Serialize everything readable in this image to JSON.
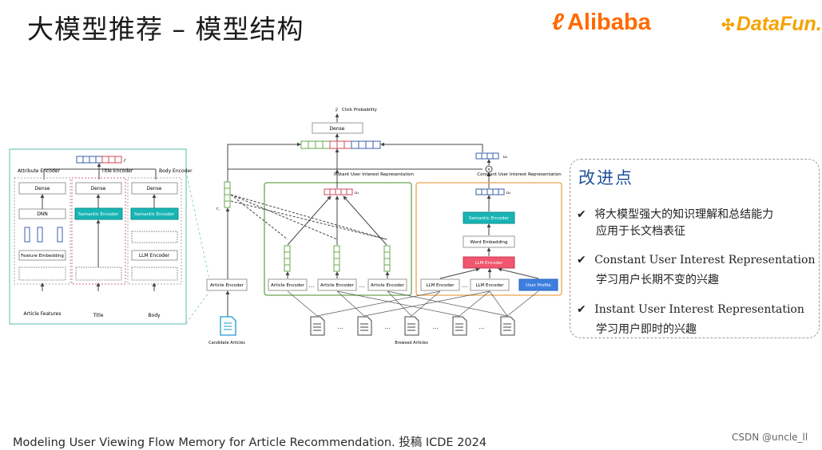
{
  "slide": {
    "title": "大模型推荐 – 模型结构",
    "logo_alibaba": "Alibaba",
    "logo_datafun": "DataFun.",
    "caption": "Modeling User Viewing Flow Memory for Article Recommendation. 投稿 ICDE 2024",
    "credit": "CSDN @uncle_ll"
  },
  "notes": {
    "title": "改进点",
    "check_icon": "check-icon",
    "items": [
      "将大模型强大的知识理解和总结能力",
      "应用于长文档表征",
      "Constant User Interest Representation",
      "学习用户长期不变的兴趣",
      "Instant User Interest Representation",
      "学习用户即时的兴趣"
    ]
  },
  "diagram": {
    "left": {
      "attribute_encoder": "Attribute Encoder",
      "title_encoder": "Title Encoder",
      "body_encoder": "Body Encoder",
      "dense": "Dense",
      "dnn": "DNN",
      "semantic_encoder": "Semantic Encoder",
      "feature_embedding": "Feature Embedding",
      "llm_encoder": "LLM Encoder",
      "article_features": "Article Features",
      "title_input": "Title",
      "body_input": "Body",
      "output_label": "r"
    },
    "main": {
      "click_probability": "Click Probability",
      "dense": "Dense",
      "instant_label": "Instant User Interest Representation",
      "constant_label": "Constant User Interest Representation",
      "article_encoder": "Article Encoder",
      "llm_encoder_box": "LLM Encoder",
      "llm_encoder_red": "LLM Encoder",
      "word_embedding": "Word Embedding",
      "semantic_encoder": "Semantic Encoder",
      "user_profile": "User Profile",
      "candidate_articles": "Candidate Articles",
      "browsed_articles": "Browsed Articles",
      "ellipsis": "…"
    },
    "colors": {
      "teal": "#19b4b4",
      "green_box": "#6aa84f",
      "orange_box": "#e8a34a",
      "red_block": "#f0566e",
      "blue_block": "#3d7fe0",
      "panel_border": "#8fd3c7"
    }
  }
}
